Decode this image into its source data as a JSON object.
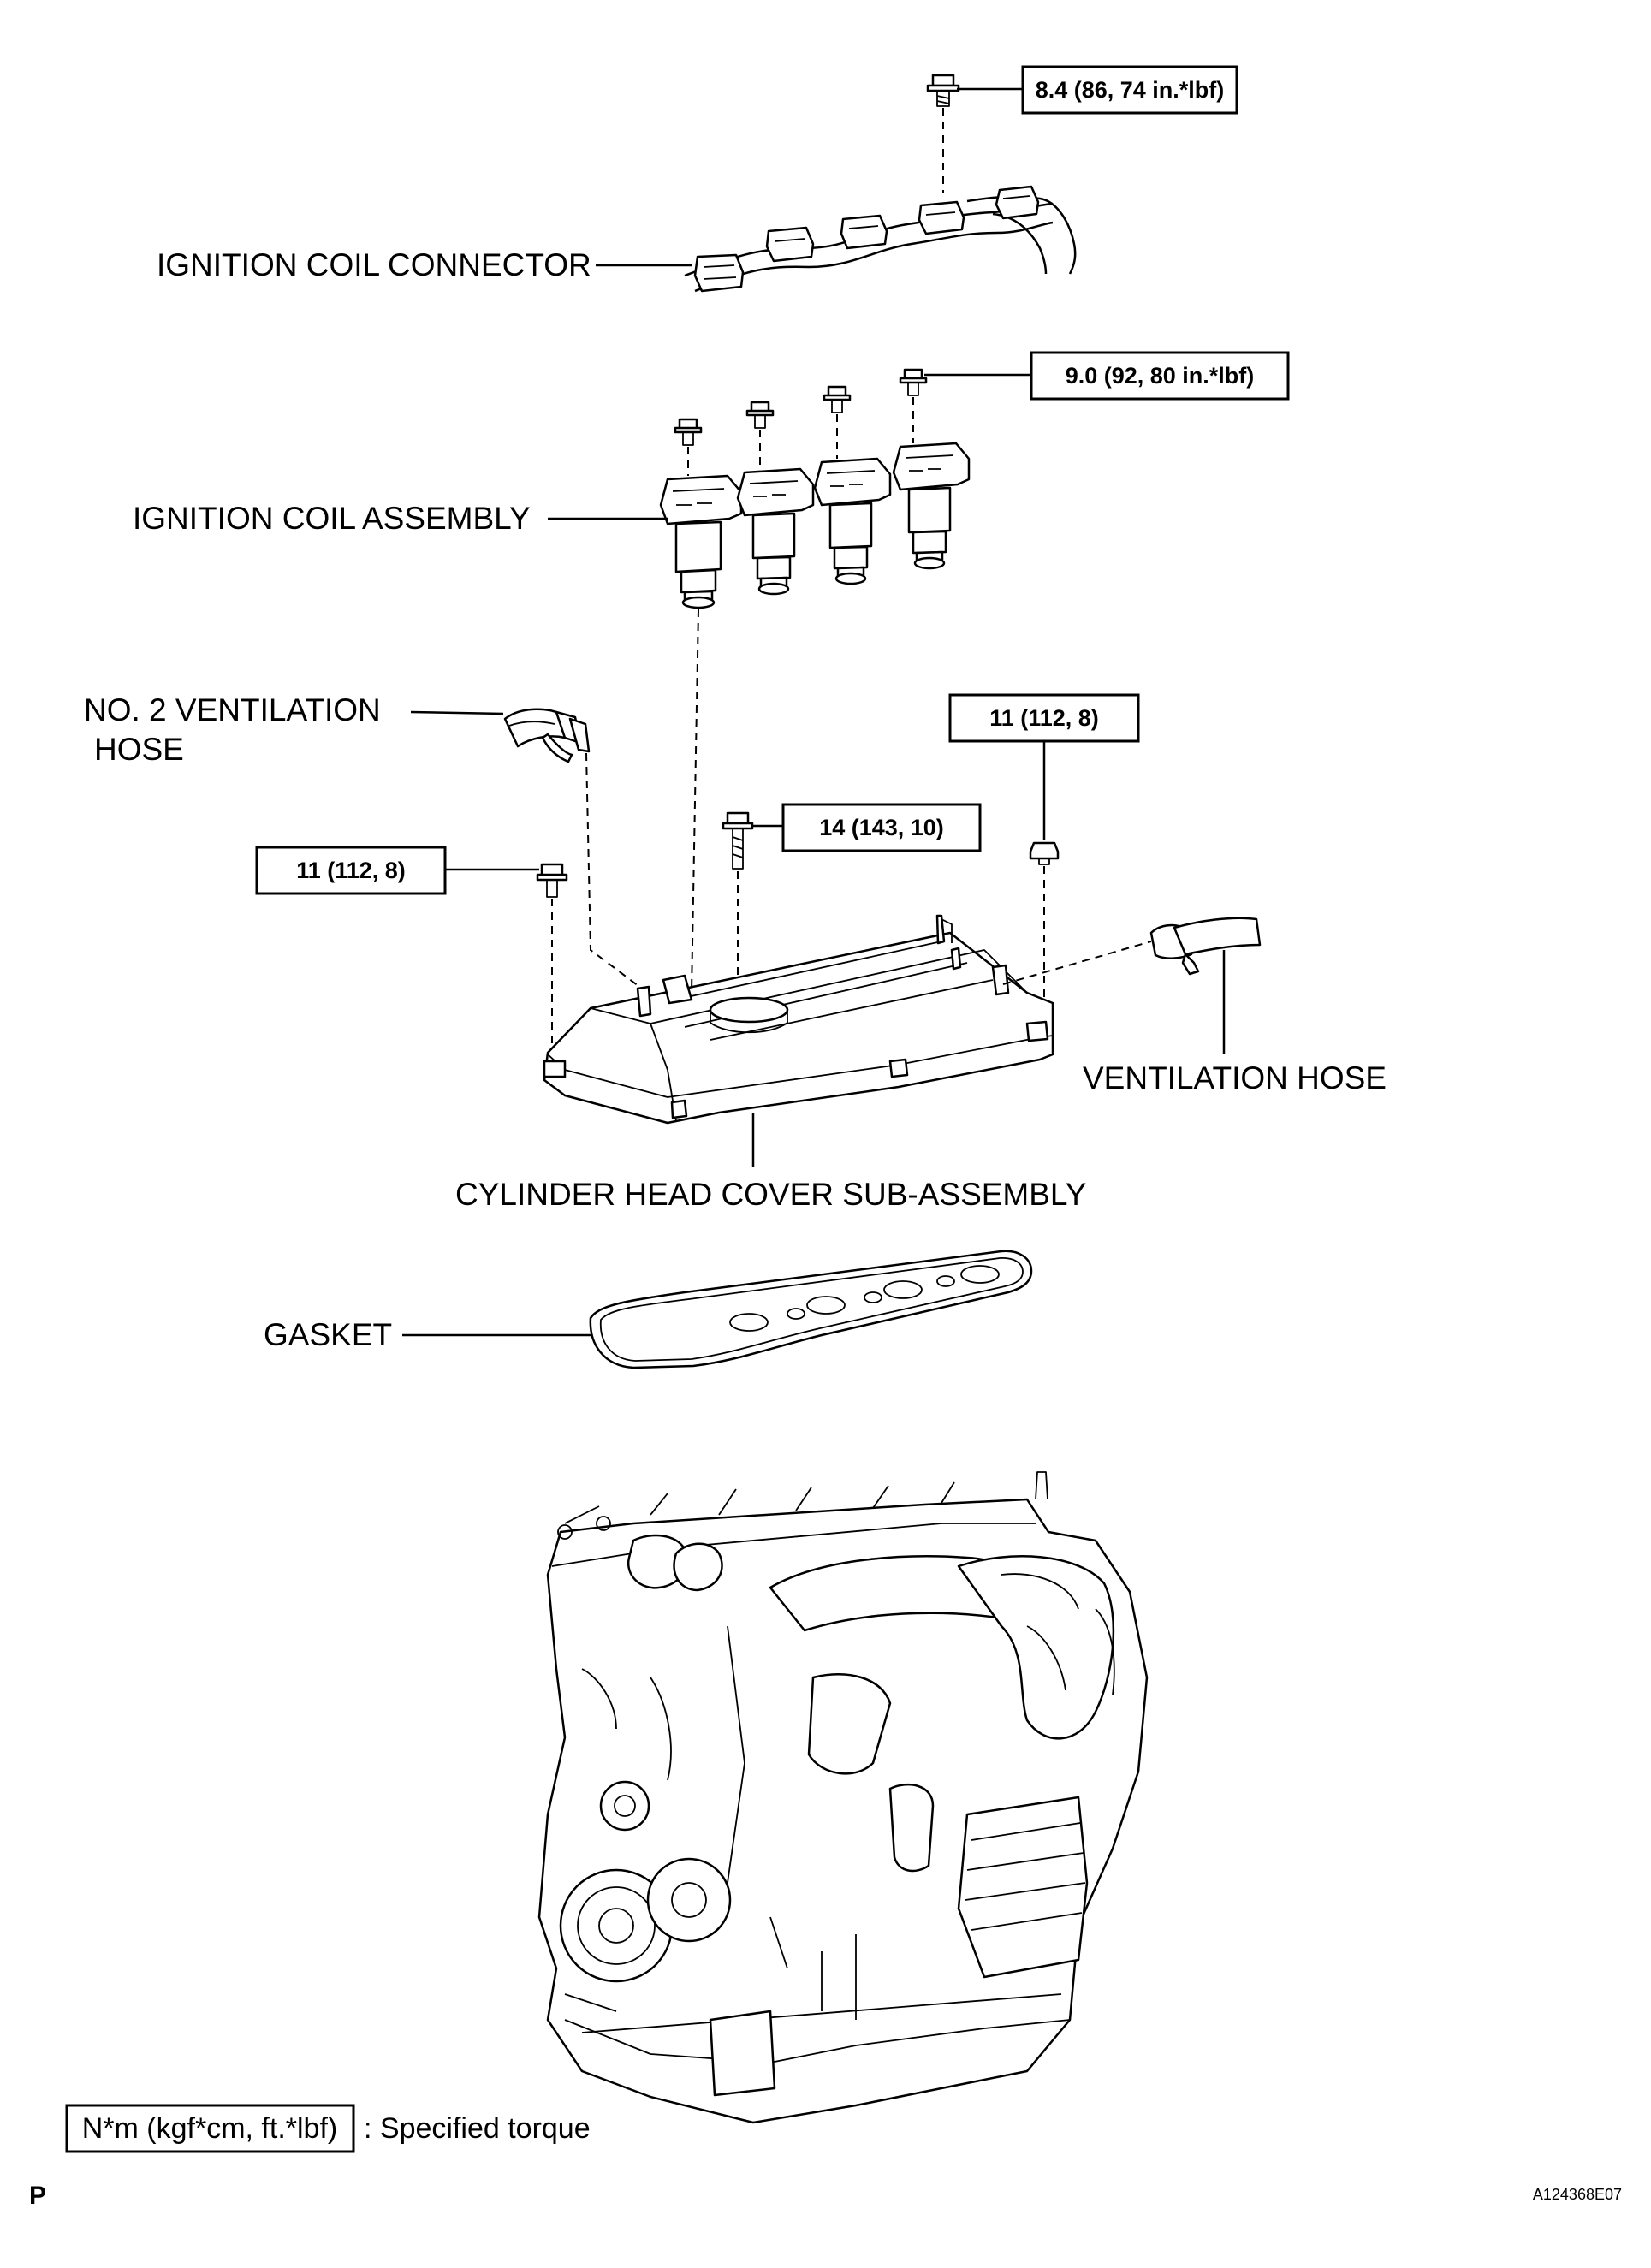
{
  "labels": {
    "ignition_coil_connector": "IGNITION COIL CONNECTOR",
    "ignition_coil_assembly": "IGNITION COIL ASSEMBLY",
    "no2_ventilation_hose_line1": "NO. 2 VENTILATION",
    "no2_ventilation_hose_line2": "HOSE",
    "ventilation_hose": "VENTILATION HOSE",
    "cylinder_head_cover": "CYLINDER HEAD COVER SUB-ASSEMBLY",
    "gasket": "GASKET"
  },
  "torque_boxes": {
    "connector_bolt": "8.4 (86, 74 in.*lbf)",
    "coil_bolt": "9.0 (92, 80 in.*lbf)",
    "cover_right_nut": "11 (112, 8)",
    "cover_center_bolt": "14 (143, 10)",
    "cover_left_bolt": "11 (112, 8)"
  },
  "legend": {
    "unit_box": "N*m (kgf*cm, ft.*lbf)",
    "description": ": Specified torque"
  },
  "page_marker": "P",
  "figure_id": "A124368E07"
}
